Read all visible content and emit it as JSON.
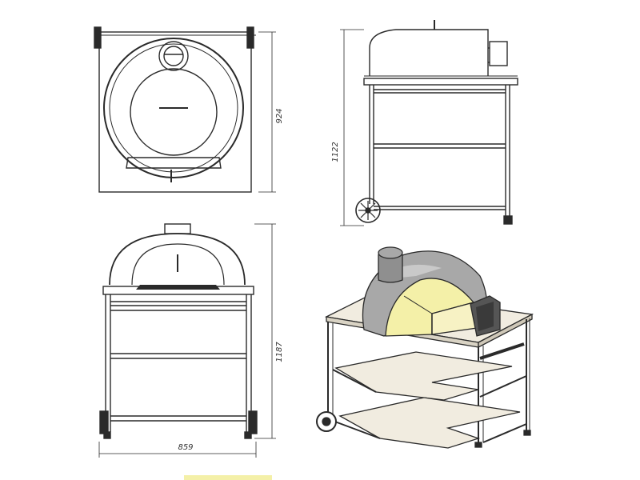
{
  "dimensions": {
    "top_view_depth": "924",
    "side_view_height": "1122",
    "front_view_height": "1187",
    "front_view_width": "859"
  },
  "colors": {
    "line": "#2a2a2a",
    "dome_gray": "#a8a8a8",
    "dome_dark": "#6f6f6f",
    "floor_yellow": "#f7f2c4",
    "shelf_beige": "#f1ece0",
    "highlight_yellow": "#f4f0a8"
  }
}
